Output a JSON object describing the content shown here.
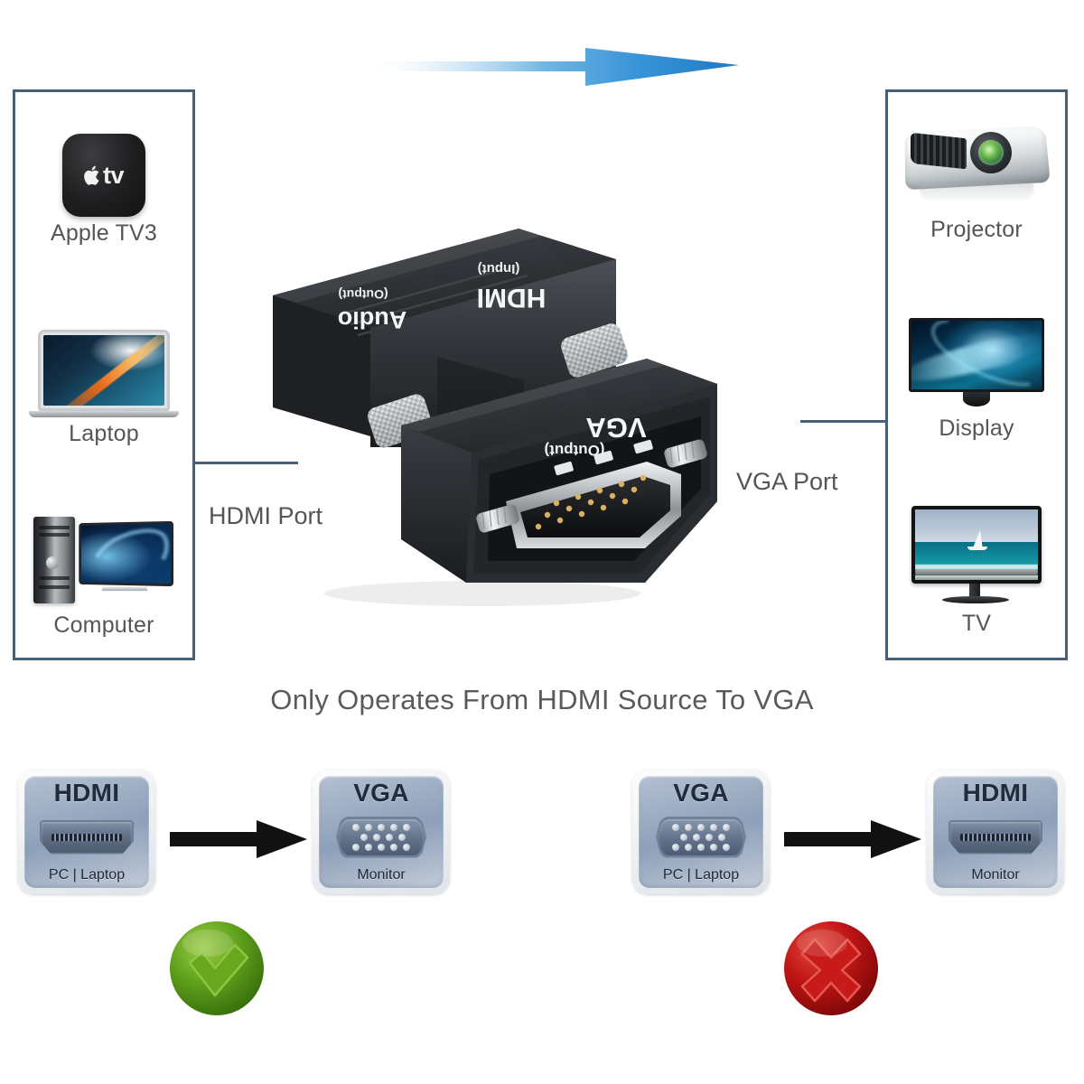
{
  "diagram": {
    "caption": "Only Operates From HDMI Source To VGA",
    "accent_color": "#46607a",
    "arrow_color": "#2b8fd6",
    "ok_color": "#5a9e1b",
    "no_color": "#c01515"
  },
  "top_arrow": {
    "name": "flow-arrow-right",
    "direction": "right"
  },
  "source_panel": {
    "items": [
      {
        "label": "Apple TV3",
        "icon": "apple-tv-icon",
        "logo_text": "tv"
      },
      {
        "label": "Laptop",
        "icon": "laptop-icon"
      },
      {
        "label": "Computer",
        "icon": "desktop-computer-icon"
      }
    ]
  },
  "output_panel": {
    "items": [
      {
        "label": "Projector",
        "icon": "projector-icon"
      },
      {
        "label": "Display",
        "icon": "monitor-icon"
      },
      {
        "label": "TV",
        "icon": "television-icon"
      }
    ]
  },
  "callouts": {
    "hdmi_port": "HDMI Port",
    "vga_port": "VGA Port"
  },
  "adapter": {
    "name": "hdmi-to-vga-adapter",
    "labels": {
      "hdmi": "HDMI",
      "hdmi_qualifier": "(Input)",
      "audio": "Audio",
      "audio_qualifier": "(Output)",
      "vga": "VGA",
      "vga_qualifier": "(Output)"
    }
  },
  "compatibility": [
    {
      "supported": true,
      "verdict_icon": "green-check-icon",
      "from": {
        "title": "HDMI",
        "subtitle": "PC | Laptop",
        "connector": "hdmi-connector-icon"
      },
      "to": {
        "title": "VGA",
        "subtitle": "Monitor",
        "connector": "vga-connector-icon"
      }
    },
    {
      "supported": false,
      "verdict_icon": "red-cross-icon",
      "from": {
        "title": "VGA",
        "subtitle": "PC | Laptop",
        "connector": "vga-connector-icon"
      },
      "to": {
        "title": "HDMI",
        "subtitle": "Monitor",
        "connector": "hdmi-connector-icon"
      }
    }
  ]
}
